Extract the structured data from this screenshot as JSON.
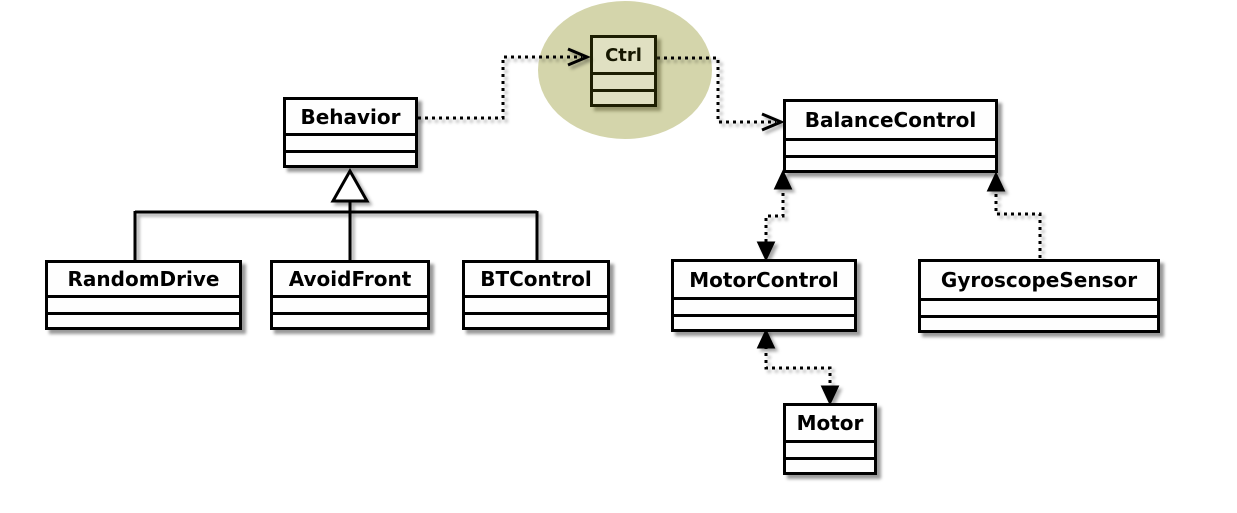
{
  "diagram": {
    "type": "uml-class-diagram",
    "colors": {
      "highlight_ellipse": "#d4d5ab",
      "box_fill": "#fefefe",
      "box_border": "#000000",
      "highlighted_box_border": "#1d1e02"
    },
    "nodes": [
      {
        "id": "behavior",
        "label": "Behavior",
        "highlighted": false
      },
      {
        "id": "ctrl",
        "label": "Ctrl",
        "highlighted": true
      },
      {
        "id": "balancecontrol",
        "label": "BalanceControl",
        "highlighted": false
      },
      {
        "id": "randomdrive",
        "label": "RandomDrive",
        "highlighted": false
      },
      {
        "id": "avoidfront",
        "label": "AvoidFront",
        "highlighted": false
      },
      {
        "id": "btcontrol",
        "label": "BTControl",
        "highlighted": false
      },
      {
        "id": "motorcontrol",
        "label": "MotorControl",
        "highlighted": false
      },
      {
        "id": "gyroscopesensor",
        "label": "GyroscopeSensor",
        "highlighted": false
      },
      {
        "id": "motor",
        "label": "Motor",
        "highlighted": false
      }
    ],
    "edges": [
      {
        "from": "RandomDrive",
        "to": "Behavior",
        "type": "inheritance",
        "line": "solid",
        "arrow": "hollow-triangle"
      },
      {
        "from": "AvoidFront",
        "to": "Behavior",
        "type": "inheritance",
        "line": "solid",
        "arrow": "hollow-triangle"
      },
      {
        "from": "BTControl",
        "to": "Behavior",
        "type": "inheritance",
        "line": "solid",
        "arrow": "hollow-triangle"
      },
      {
        "from": "Behavior",
        "to": "Ctrl",
        "type": "dependency",
        "line": "dotted",
        "arrow": "open"
      },
      {
        "from": "Ctrl",
        "to": "BalanceControl",
        "type": "dependency",
        "line": "dotted",
        "arrow": "open"
      },
      {
        "from": "BalanceControl",
        "to": "MotorControl",
        "type": "dependency",
        "line": "dotted",
        "arrow": "filled-both-ends"
      },
      {
        "from": "GyroscopeSensor",
        "to": "BalanceControl",
        "type": "dependency",
        "line": "dotted",
        "arrow": "filled"
      },
      {
        "from": "MotorControl",
        "to": "Motor",
        "type": "dependency",
        "line": "dotted",
        "arrow": "filled-both-ends"
      }
    ]
  }
}
